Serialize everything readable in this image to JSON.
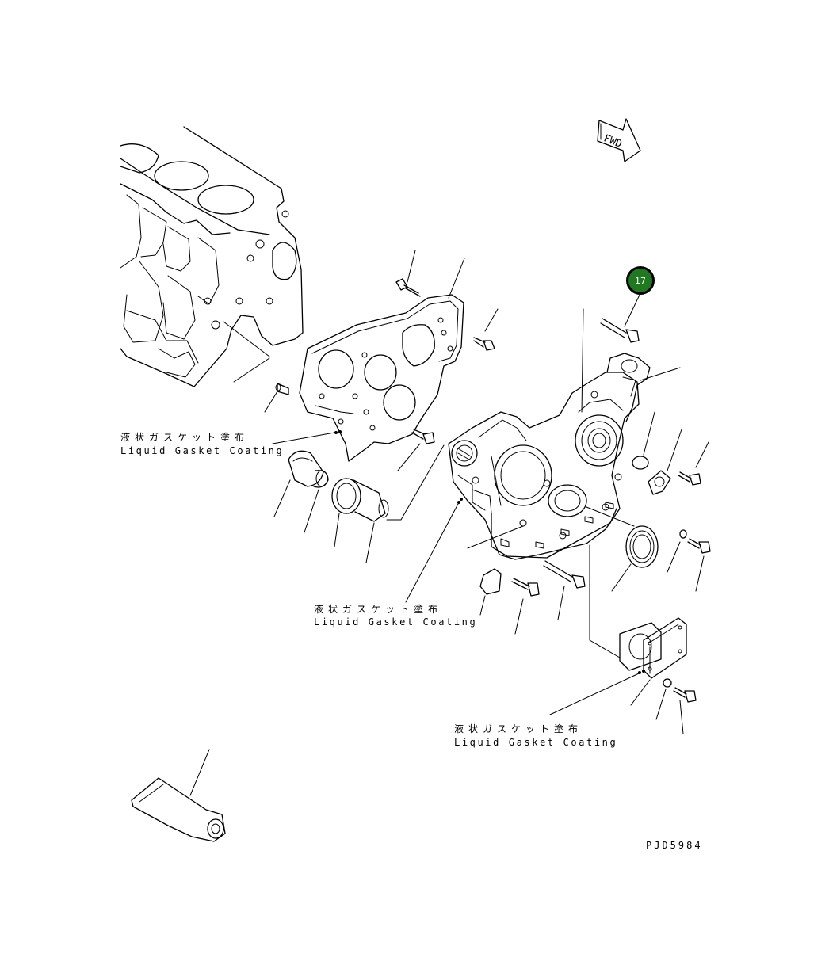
{
  "callouts": [
    {
      "jp": "液状ガスケット塗布",
      "en": "Liquid Gasket Coating"
    },
    {
      "jp": "液状ガスケット塗布",
      "en": "Liquid Gasket Coating"
    },
    {
      "jp": "液状ガスケット塗布",
      "en": "Liquid Gasket Coating"
    }
  ],
  "badge": {
    "number": "17",
    "color": "#1f7a1f"
  },
  "direction_sign": "FWD",
  "drawing_code": "PJD5984"
}
